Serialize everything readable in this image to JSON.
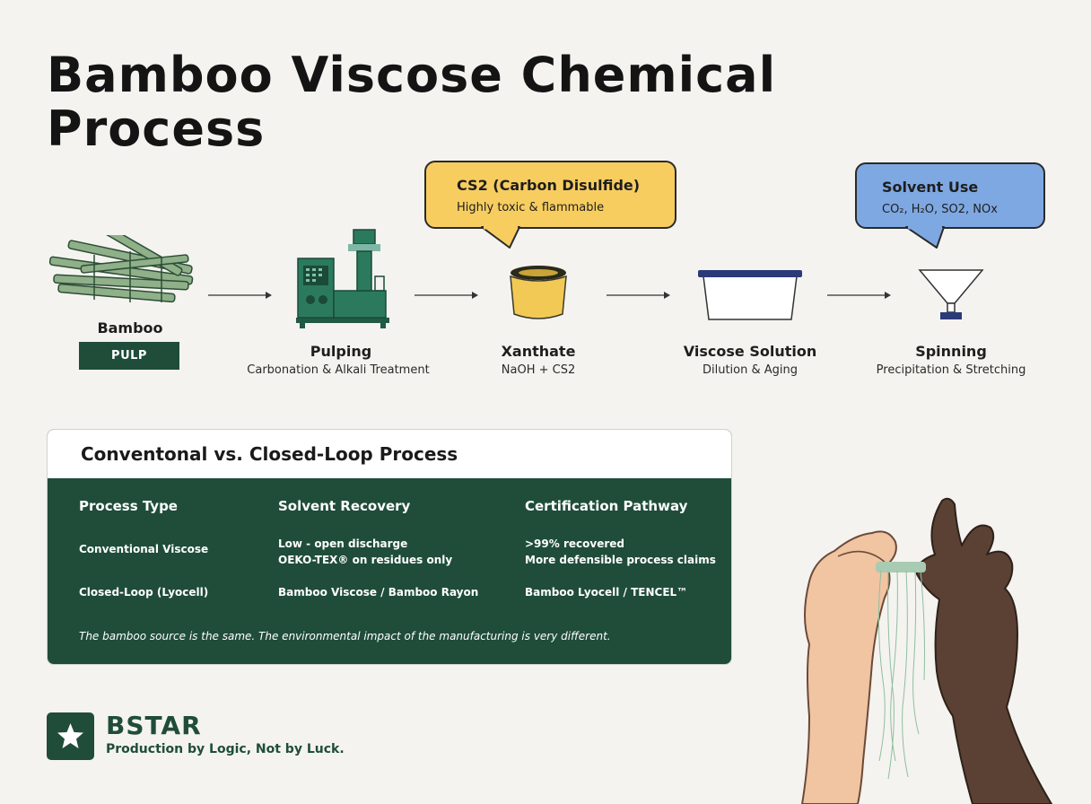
{
  "title": "Bamboo Viscose Chemical Process",
  "callouts": {
    "cs2": {
      "title": "CS2 (Carbon Disulfide)",
      "subtitle": "Highly toxic & flammable"
    },
    "solvent": {
      "title": "Solvent Use",
      "subtitle": "CO₂, H₂O, SO2, NOx"
    }
  },
  "steps": [
    {
      "name": "Bamboo",
      "badge": "PULP"
    },
    {
      "name": "Pulping",
      "sub": "Carbonation & Alkali Treatment"
    },
    {
      "name": "Xanthate",
      "sub": "NaOH + CS2"
    },
    {
      "name": "Viscose Solution",
      "sub": "Dilution & Aging"
    },
    {
      "name": "Spinning",
      "sub": "Precipitation & Stretching"
    }
  ],
  "table": {
    "title": "Conventonal vs. Closed-Loop Process",
    "headers": [
      "Process Type",
      "Solvent Recovery",
      "Certification Pathway"
    ],
    "rows": [
      [
        "Conventional Viscose",
        "Low - open discharge\nOEKO-TEX® on residues only",
        ">99% recovered\nMore defensible process claims"
      ],
      [
        "Closed-Loop (Lyocell)",
        "Bamboo Viscose / Bamboo Rayon",
        "Bamboo Lyocell / TENCEL™"
      ]
    ],
    "footnote": "The bamboo source is the same. The environmental impact of the manufacturing is very different."
  },
  "brand": {
    "name": "BSTAR",
    "tagline": "Production by Logic, Not by Luck."
  },
  "colors": {
    "green": "#1f4d3a",
    "yellow": "#f7cd60",
    "blue": "#7ea8e2",
    "background": "#f4f3ef"
  }
}
